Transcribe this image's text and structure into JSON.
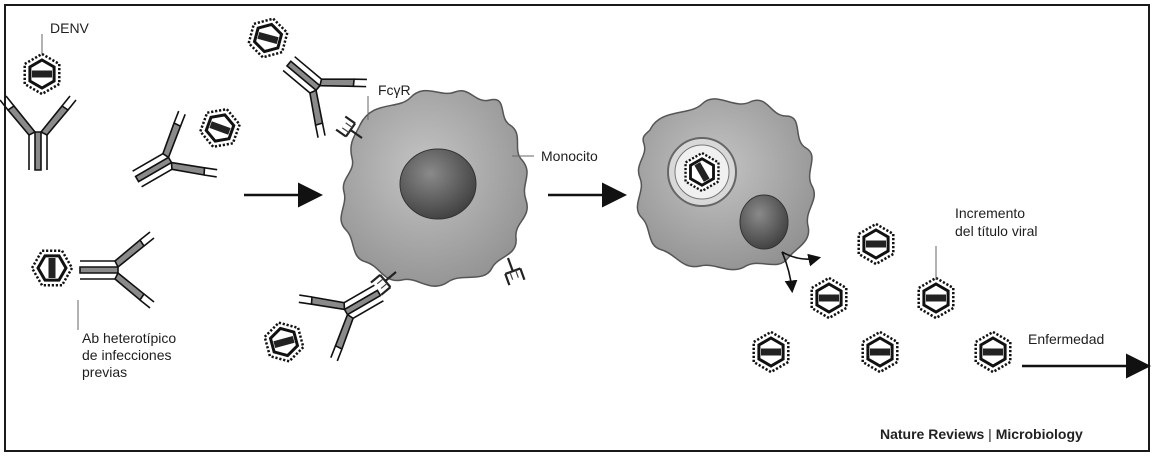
{
  "labels": {
    "denv": "DENV",
    "fcgr": "FcγR",
    "monocito": "Monocito",
    "ab_line1": "Ab heterotípico",
    "ab_line2": "de infecciones",
    "ab_line3": "previas",
    "incremento_line1": "Incremento",
    "incremento_line2": "del título viral",
    "enfermedad": "Enfermedad"
  },
  "credit": {
    "journal": "Nature Reviews",
    "separator": "|",
    "section": "Microbiology"
  },
  "colors": {
    "cell_fill": "#a6a6a6",
    "nucleus_fill": "#6b6b6b",
    "antibody_fill": "#8a8a8a",
    "line": "#1a1a1a"
  }
}
